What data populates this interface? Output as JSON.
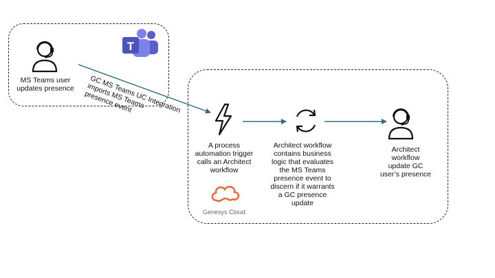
{
  "diagram": {
    "nodes": {
      "ms_teams_user": {
        "label": "MS Teams user\nupdates presence",
        "icon": "user-headset-icon"
      },
      "teams_logo": {
        "icon": "microsoft-teams-logo",
        "letter": "T"
      },
      "trigger": {
        "label": "A process\nautomation trigger\ncalls an Architect\nworkflow",
        "icon": "lightning-bolt-icon"
      },
      "genesys": {
        "label": "Genesys Cloud.",
        "icon": "genesys-cloud-logo"
      },
      "workflow": {
        "label": "Architect workflow\ncontains business\nlogic that evaluates\nthe MS Teams\npresence event to\ndiscern if it warrants\na GC presence\nupdate",
        "icon": "refresh-cycle-icon"
      },
      "update_presence": {
        "label": "Architect\nworkflow\nupdate GC\nuser’s presence",
        "icon": "user-headset-icon"
      }
    },
    "edges": {
      "integration": {
        "label": "GC MS Teams UC Integration\nimports MS Teams\npresence event"
      }
    },
    "colors": {
      "arrow": "#2a6f7f",
      "teams_purple": "#5b5fc7",
      "teams_light": "#7b83eb",
      "genesys_orange": "#f06a3c",
      "box_border": "#222222"
    }
  }
}
